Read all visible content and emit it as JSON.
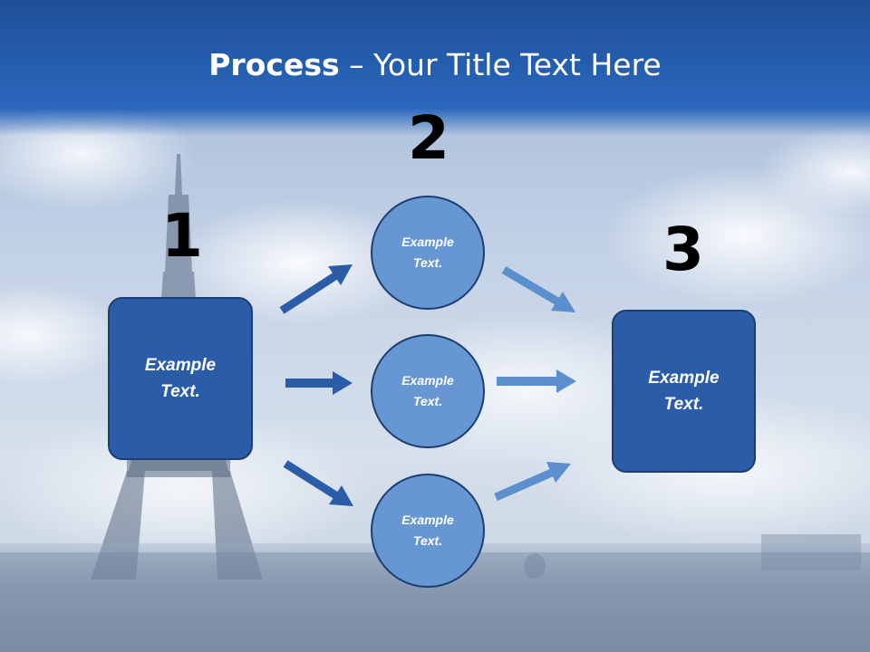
{
  "title": {
    "bold": "Process",
    "rest": " – Your Title Text Here"
  },
  "numbers": [
    "1",
    "2",
    "3"
  ],
  "left_box": {
    "line1": "Example",
    "line2": "Text."
  },
  "circles": [
    {
      "line1": "Example",
      "line2": "Text."
    },
    {
      "line1": "Example",
      "line2": "Text."
    },
    {
      "line1": "Example",
      "line2": "Text."
    }
  ],
  "right_box": {
    "line1": "Example",
    "line2": "Text."
  },
  "colors": {
    "title_band": "#2660b2",
    "box_fill": "#2a5ca8",
    "circle_fill": "#6797d2",
    "arrow_dark": "#2a5ca8",
    "arrow_light": "#5b8fcd"
  }
}
